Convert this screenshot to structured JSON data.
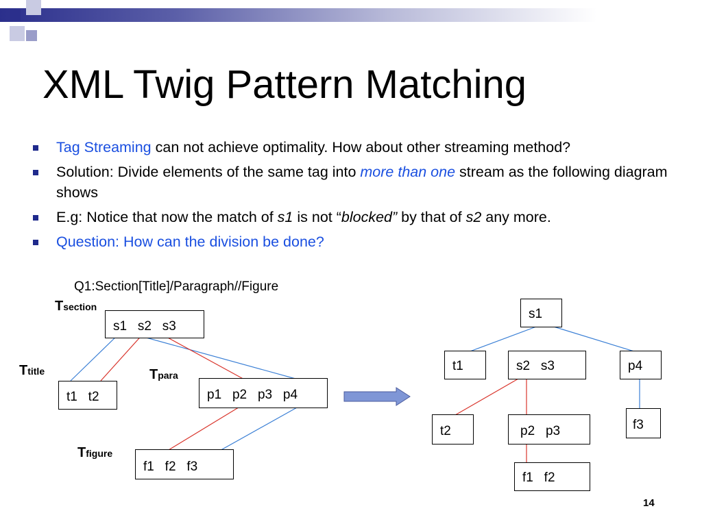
{
  "slide": {
    "title": "XML Twig Pattern Matching",
    "page_number": "14"
  },
  "bullets": [
    {
      "parts": [
        {
          "text": "Tag Streaming",
          "style": "blue"
        },
        {
          "text": " can not achieve optimality. How about other streaming method?",
          "style": "normal"
        }
      ]
    },
    {
      "parts": [
        {
          "text": "Solution: Divide elements of the same tag into ",
          "style": "normal"
        },
        {
          "text": "more than one",
          "style": "blue-italic"
        },
        {
          "text": " stream as the following diagram shows",
          "style": "normal"
        }
      ]
    },
    {
      "parts": [
        {
          "text": "E.g: Notice that now the match of ",
          "style": "normal"
        },
        {
          "text": "s1",
          "style": "italic"
        },
        {
          "text": " is not “",
          "style": "normal"
        },
        {
          "text": "blocked”",
          "style": "italic"
        },
        {
          "text": " by that of ",
          "style": "normal"
        },
        {
          "text": "s2",
          "style": "italic"
        },
        {
          "text": " any more.",
          "style": "normal"
        }
      ]
    },
    {
      "parts": [
        {
          "text": "Question: How can the division be done?",
          "style": "blue"
        }
      ]
    }
  ],
  "diagram": {
    "query": "Q1:Section[Title]/Paragraph//Figure",
    "stream_labels": {
      "section": {
        "main": "T",
        "sub": "section"
      },
      "title": {
        "main": "T",
        "sub": "title"
      },
      "para": {
        "main": "T",
        "sub": "para"
      },
      "figure": {
        "main": "T",
        "sub": "figure"
      }
    },
    "streams": {
      "section": "s1   s2   s3",
      "title": "t1   t2",
      "para": "p1   p2   p3   p4",
      "figure": "f1   f2   f3"
    },
    "divided_streams": {
      "s1": "s1",
      "t1": "t1",
      "s2s3": "s2   s3",
      "p4": "p4",
      "t2": "t2",
      "p2p3": "p2   p3",
      "f3": "f3",
      "f1f2": "f1   f2"
    },
    "colors": {
      "blue_link": "#3a7fd5",
      "red_link": "#d9342b",
      "arrow_fill": "#7f96d6",
      "bullet_blue": "#1a4fe0",
      "bullet_marker": "#1f2a8c"
    }
  }
}
